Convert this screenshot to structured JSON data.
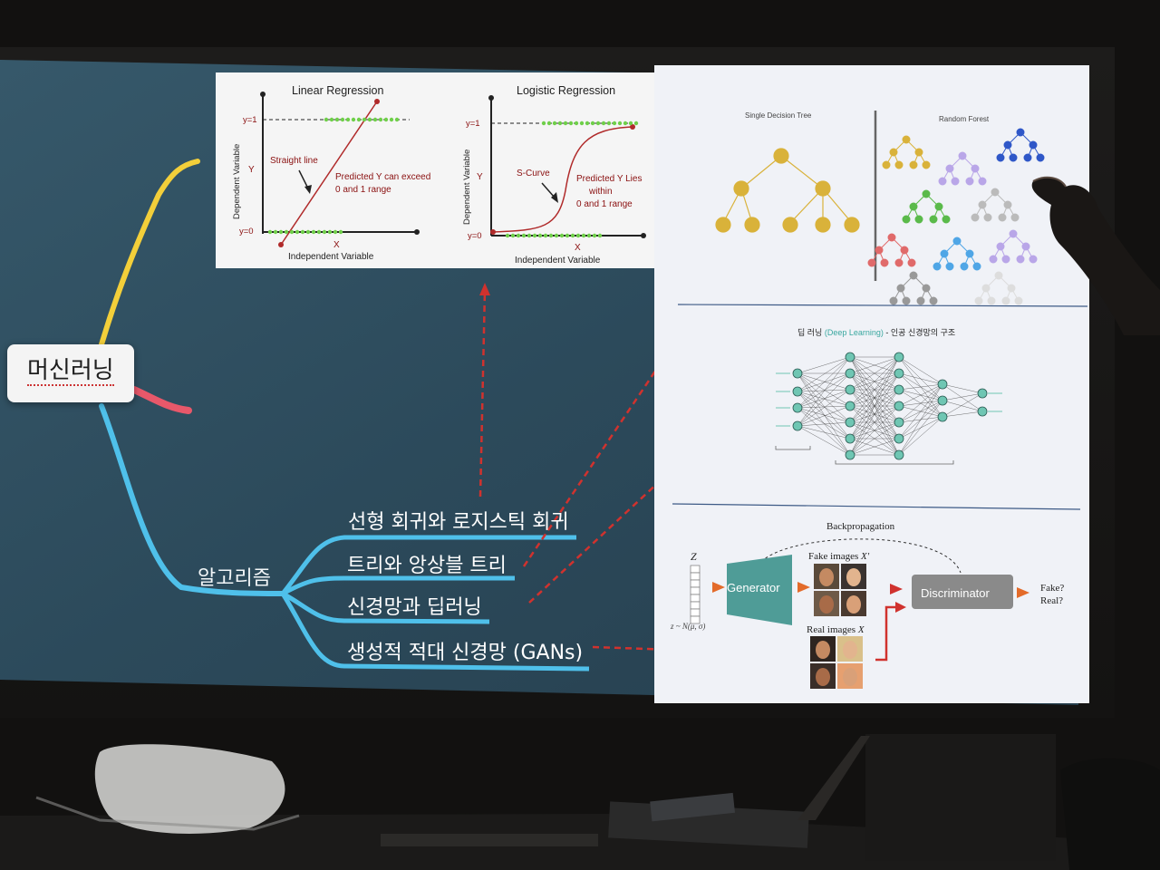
{
  "mindmap": {
    "root": "머신러닝",
    "algorithms_label": "알고리즘",
    "branches": [
      "선형 회귀와 로지스틱 회귀",
      "트리와 앙상블 트리",
      "신경망과 딥러닝",
      "생성적 적대 신경망 (GANs)"
    ]
  },
  "regression": {
    "linear_title": "Linear Regression",
    "logistic_title": "Logistic Regression",
    "y1": "y=1",
    "y0": "y=0",
    "y_axis": "Y",
    "x_axis": "X",
    "dependent": "Dependent Variable",
    "independent": "Independent Variable",
    "straight_line": "Straight line",
    "pred_exceed_1": "Predicted Y can exceed",
    "pred_exceed_2": "0 and 1 range",
    "s_curve": "S-Curve",
    "pred_lies_1": "Predicted Y Lies",
    "pred_lies_2": "within",
    "pred_lies_3": "0 and 1 range"
  },
  "trees": {
    "single_title": "Single Decision Tree",
    "forest_title": "Random Forest"
  },
  "deep_learning": {
    "title_prefix": "딥 러닝 ",
    "title_highlight": "(Deep Learning)",
    "title_suffix": " - 인공 신경망의 구조"
  },
  "gan": {
    "backprop": "Backpropagation",
    "z": "Z",
    "fake_images": "Fake images",
    "real_images": "Real images",
    "generator": "Generator",
    "discriminator": "Discriminator",
    "fake_q": "Fake?",
    "real_q": "Real?",
    "z_dist": "z ~ N(μ, σ)"
  },
  "colors": {
    "slide_bg": "#2d4d5e",
    "branch_blue": "#4fc0ea",
    "branch_yellow": "#f3cf3a",
    "branch_red": "#e8586a",
    "arrow_red": "#d0322e",
    "tree_gold": "#d9b23a",
    "nn_teal": "#6fc6b3",
    "generator_teal": "#4f9c97"
  }
}
